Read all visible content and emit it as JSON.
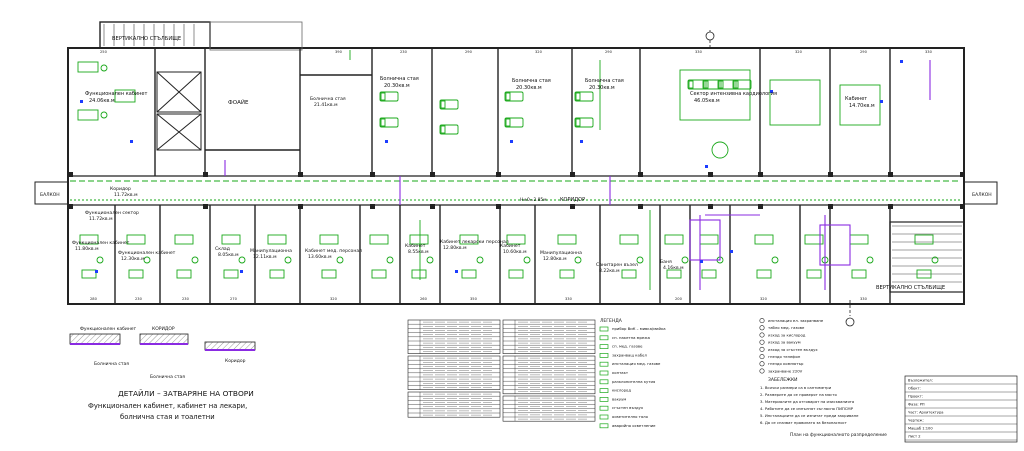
{
  "plan": {
    "stairs_top": "ВЕРТИКАЛНО СТЪЛБИЩЕ",
    "stairs_bottom": "ВЕРТИКАЛНО СТЪЛБИЩЕ",
    "foyer": "ФОАЙЕ",
    "corridor": "КОРИДОР",
    "corridor_elev": "Н±0=2.85м",
    "balcony_left": "БАЛКОН",
    "balcony_right": "БАЛКОН",
    "rooms_top": [
      {
        "name": "Функционален кабинет",
        "area": "24.06кв.м"
      },
      {
        "name": "Болнична стая",
        "area": "20.30кв.м"
      },
      {
        "name": "Болнична стая",
        "area": "20.30кв.м"
      },
      {
        "name": "Болнична стая",
        "area": "20.30кв.м"
      },
      {
        "name": "Сектор интензивна кардиология",
        "area": "46.05кв.м"
      },
      {
        "name": "Кабинет",
        "area": "14.70кв.м"
      }
    ],
    "room_notes": [
      {
        "name": "Коридор",
        "area": "11.72кв.м"
      },
      {
        "name": "Функционален сектор",
        "area": "11.72кв.м"
      },
      {
        "name": "Болнична стая",
        "area": "21.41кв.м"
      }
    ],
    "rooms_bottom": [
      {
        "name": "Функционален кабинет",
        "area": "11.80кв.м"
      },
      {
        "name": "Функционален кабинет",
        "area": "12.30кв.м"
      },
      {
        "name": "Склад",
        "area": "8.05кв.м"
      },
      {
        "name": "Манипулационна",
        "area": "12.11кв.м"
      },
      {
        "name": "Кабинет мед. персонал",
        "area": "13.60кв.м"
      },
      {
        "name": "Кабинет",
        "area": "8.55кв.м"
      },
      {
        "name": "Кабинет лекарски персонал",
        "area": "12.80кв.м"
      },
      {
        "name": "Кабинет",
        "area": "10.60кв.м"
      },
      {
        "name": "Манипулационна",
        "area": "12.80кв.м"
      },
      {
        "name": "Санитарен възел",
        "area": "8.22кв.м"
      },
      {
        "name": "Баня",
        "area": "4.16кв.м"
      }
    ]
  },
  "detail": {
    "title": "ДЕТАЙЛИ – ЗАТВАРЯНЕ НА ОТВОРИ",
    "subtitle1": "Функционален кабинет, кабинет на лекари,",
    "subtitle2": "болнична стая и тоалетни",
    "labels": [
      "Функционален кабинет",
      "КОРИДОР",
      "Болнична стая",
      "Болнична стая",
      "Коридор"
    ]
  },
  "legend": {
    "title": "ЛЕГЕНДА",
    "items": [
      "прибор ВиК – мивка/мийка",
      "сп. пакетна мрежа",
      "сп. мед. газове",
      "захранващ кабел",
      "инсталация мед. газове",
      "контакт",
      "разклонителна кутия",
      "кислород",
      "вакуум",
      "сгъстен въздух",
      "осветително тяло",
      "аварийно осветление"
    ],
    "items_right": [
      "инсталация ел. захранване",
      "табло мед. газове",
      "изход за кислород",
      "изход за вакуум",
      "изход за сгъстен въздух",
      "гнездо телефон",
      "гнездо компютър",
      "захранване 220V"
    ]
  },
  "notes": {
    "title": "ЗАБЕЛЕЖКИ",
    "lines": [
      "1. Всички размери са в сантиметри",
      "2. Размерите да се проверят на място",
      "3. Материалите да отговарят на изискванията",
      "4. Работите да се изпълнят съгласно ПИПСМР",
      "5. Инсталациите да се изпитат преди закриване",
      "6. Да се спазват правилата за безопасност"
    ],
    "footer": "План на функционалното разпределение"
  },
  "title_block": {
    "rows": [
      "Възложител:",
      "Обект:",
      "Проект:",
      "Фаза: РП",
      "Част: Архитектура",
      "Чертеж:",
      "Мащаб 1:100",
      "Лист 2"
    ]
  }
}
